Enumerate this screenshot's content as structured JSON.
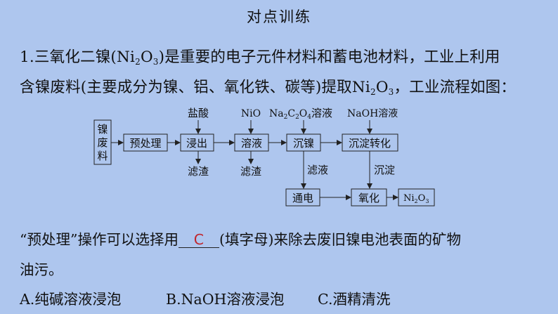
{
  "heading": "对点训练",
  "question": {
    "number": "1.",
    "line1_a": "三氧化二镍(Ni",
    "sub_2": "2",
    "line1_b": "O",
    "sub_3": "3",
    "line1_c": ")是重要的电子元件材料和蓄电池材料，工业上利用",
    "line2_a": "含镍废料(主要成分为镍、铝、氧化铁、碳等)提取Ni",
    "line2_b": "O",
    "line2_c": "，工业流程如图："
  },
  "flow": {
    "source_chars": [
      "镍",
      "废",
      "料"
    ],
    "steps": [
      "预处理",
      "浸出",
      "溶液",
      "沉镍",
      "沉淀转化"
    ],
    "reagents": {
      "hcl": "盐酸",
      "nio": "NiO",
      "na2c2o4_a": "Na",
      "na2c2o4_s1": "2",
      "na2c2o4_b": "C",
      "na2c2o4_s2": "2",
      "na2c2o4_c": "O",
      "na2c2o4_s3": "4",
      "na2c2o4_d": "溶液",
      "naoh": "NaOH溶液"
    },
    "residue": "滤渣",
    "filtrate": "滤液",
    "precipitate": "沉淀",
    "electrolysis": "通电",
    "oxidation": "氧化",
    "product_a": "Ni",
    "product_s1": "2",
    "product_b": "O",
    "product_s2": "3"
  },
  "fill": {
    "text1": "“预处理”操作可以选择用",
    "answer": "C",
    "text2": "(填字母)来除去废旧镍电池表面的矿物",
    "text3": "油污。"
  },
  "options": {
    "a": "A.纯碱溶液浸泡",
    "b": "B.NaOH溶液浸泡",
    "c": "C.酒精清洗"
  },
  "colors": {
    "background": "#aec6ee",
    "answer": "#c0262d"
  }
}
